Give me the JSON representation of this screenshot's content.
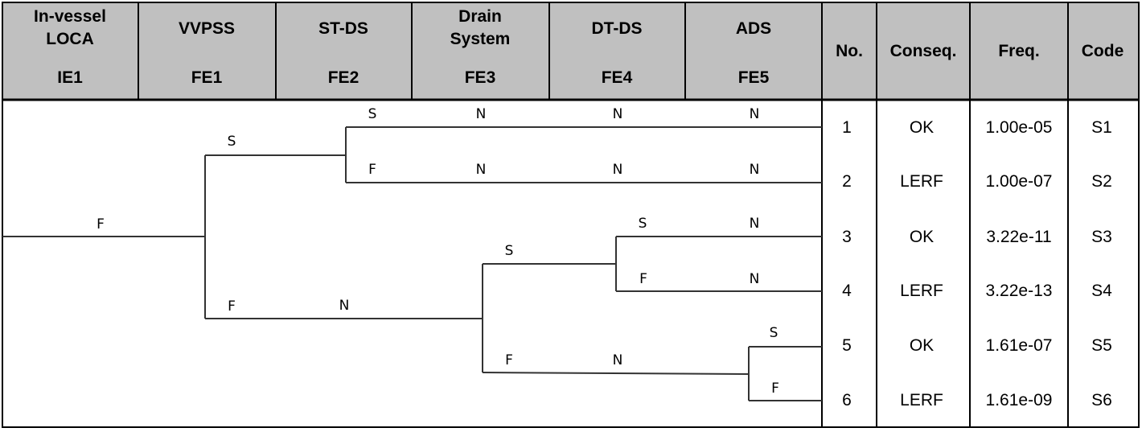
{
  "headers": [
    {
      "name": "col-ie1",
      "line1": "In-vessel",
      "line2": "LOCA",
      "code": "IE1"
    },
    {
      "name": "col-fe1",
      "line1": "VVPSS",
      "line2": "",
      "code": "FE1"
    },
    {
      "name": "col-fe2",
      "line1": "ST-DS",
      "line2": "",
      "code": "FE2"
    },
    {
      "name": "col-fe3",
      "line1": "Drain",
      "line2": "System",
      "code": "FE3"
    },
    {
      "name": "col-fe4",
      "line1": "DT-DS",
      "line2": "",
      "code": "FE4"
    },
    {
      "name": "col-fe5",
      "line1": "ADS",
      "line2": "",
      "code": "FE5"
    }
  ],
  "result_headers": {
    "no": "No.",
    "conseq": "Conseq.",
    "freq": "Freq.",
    "code": "Code"
  },
  "sequences": [
    {
      "no": "1",
      "conseq": "OK",
      "freq": "1.00e-05",
      "code": "S1"
    },
    {
      "no": "2",
      "conseq": "LERF",
      "freq": "1.00e-07",
      "code": "S2"
    },
    {
      "no": "3",
      "conseq": "OK",
      "freq": "3.22e-11",
      "code": "S3"
    },
    {
      "no": "4",
      "conseq": "LERF",
      "freq": "3.22e-13",
      "code": "S4"
    },
    {
      "no": "5",
      "conseq": "OK",
      "freq": "1.61e-07",
      "code": "S5"
    },
    {
      "no": "6",
      "conseq": "LERF",
      "freq": "1.61e-09",
      "code": "S6"
    }
  ],
  "branch_labels": {
    "ie_f": "F",
    "fe1_s": "S",
    "fe1_f": "F",
    "fe2_n_lower": "N",
    "fe2_s": "S",
    "fe2_f": "F",
    "fe3_n_seq1": "N",
    "fe3_n_seq2": "N",
    "fe3_s": "S",
    "fe3_f": "F",
    "fe4_n_seq1": "N",
    "fe4_n_seq2": "N",
    "fe4_s": "S",
    "fe4_f": "F",
    "fe4_n_lower": "N",
    "fe5_n_seq1": "N",
    "fe5_n_seq2": "N",
    "fe5_n_seq3": "N",
    "fe5_n_seq4": "N",
    "fe5_s": "S",
    "fe5_f": "F"
  },
  "colors": {
    "header_bg": "#c0c0c0",
    "line": "#333333",
    "grid": "#000000"
  }
}
